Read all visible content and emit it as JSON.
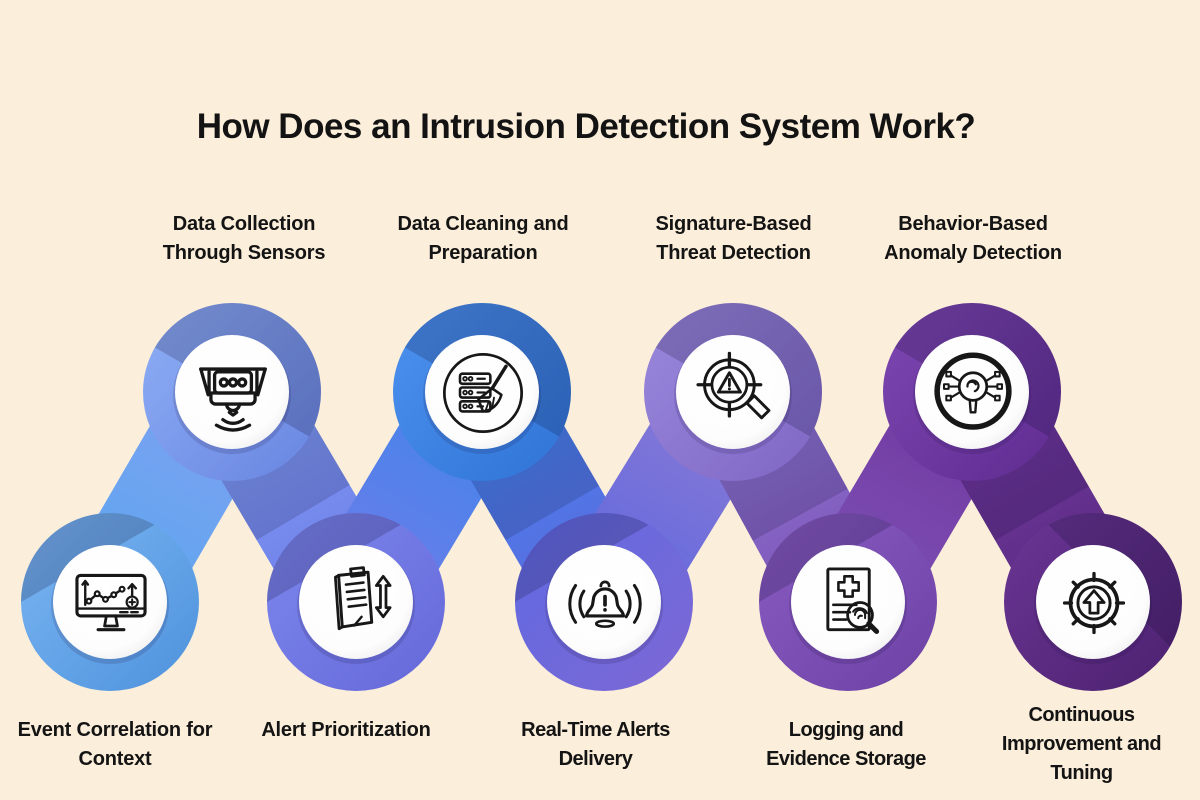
{
  "title": "How Does an Intrusion Detection System Work?",
  "colors": {
    "background": "#FBEEDA",
    "text": "#141414",
    "chain_gradient_start": "#5CA7EF",
    "chain_gradient_end": "#5B2C82",
    "icon_disc": "#FFFFFF",
    "icon_stroke": "#171717"
  },
  "steps": [
    {
      "id": "data-collection",
      "label": "Data Collection Through Sensors",
      "icon": "motion-sensor-icon",
      "row": "top",
      "ring_colors": [
        "#8FAFF6",
        "#6884E0"
      ]
    },
    {
      "id": "data-cleaning",
      "label": "Data Cleaning and Preparation",
      "icon": "server-cleaning-icon",
      "row": "top",
      "ring_colors": [
        "#4D92EF",
        "#2F74D6"
      ]
    },
    {
      "id": "signature-detection",
      "label": "Signature-Based Threat Detection",
      "icon": "target-magnifier-icon",
      "row": "top",
      "ring_colors": [
        "#9A89DD",
        "#7E66C4"
      ]
    },
    {
      "id": "anomaly-detection",
      "label": "Behavior-Based Anomaly Detection",
      "icon": "circuit-magnifier-icon",
      "row": "top",
      "ring_colors": [
        "#7E47B2",
        "#5F2C91"
      ]
    },
    {
      "id": "event-correlation",
      "label": "Event Correlation for Context",
      "icon": "monitor-chart-icon",
      "row": "bottom",
      "ring_colors": [
        "#7BB6F3",
        "#4E92DC"
      ]
    },
    {
      "id": "alert-prioritization",
      "label": "Alert Prioritization",
      "icon": "document-arrows-icon",
      "row": "bottom",
      "ring_colors": [
        "#7D88EE",
        "#6568D8"
      ]
    },
    {
      "id": "realtime-alerts",
      "label": "Real-Time Alerts Delivery",
      "icon": "alert-bell-icon",
      "row": "bottom",
      "ring_colors": [
        "#5E6AE2",
        "#7E68D4"
      ]
    },
    {
      "id": "logging",
      "label": "Logging and Evidence Storage",
      "icon": "evidence-search-icon",
      "row": "bottom",
      "ring_colors": [
        "#8A5CC2",
        "#6C41A4"
      ]
    },
    {
      "id": "improvement",
      "label": "Continuous Improvement and Tuning",
      "icon": "gear-arrow-icon",
      "row": "bottom",
      "ring_colors": [
        "#6A3694",
        "#4D2170"
      ]
    }
  ]
}
